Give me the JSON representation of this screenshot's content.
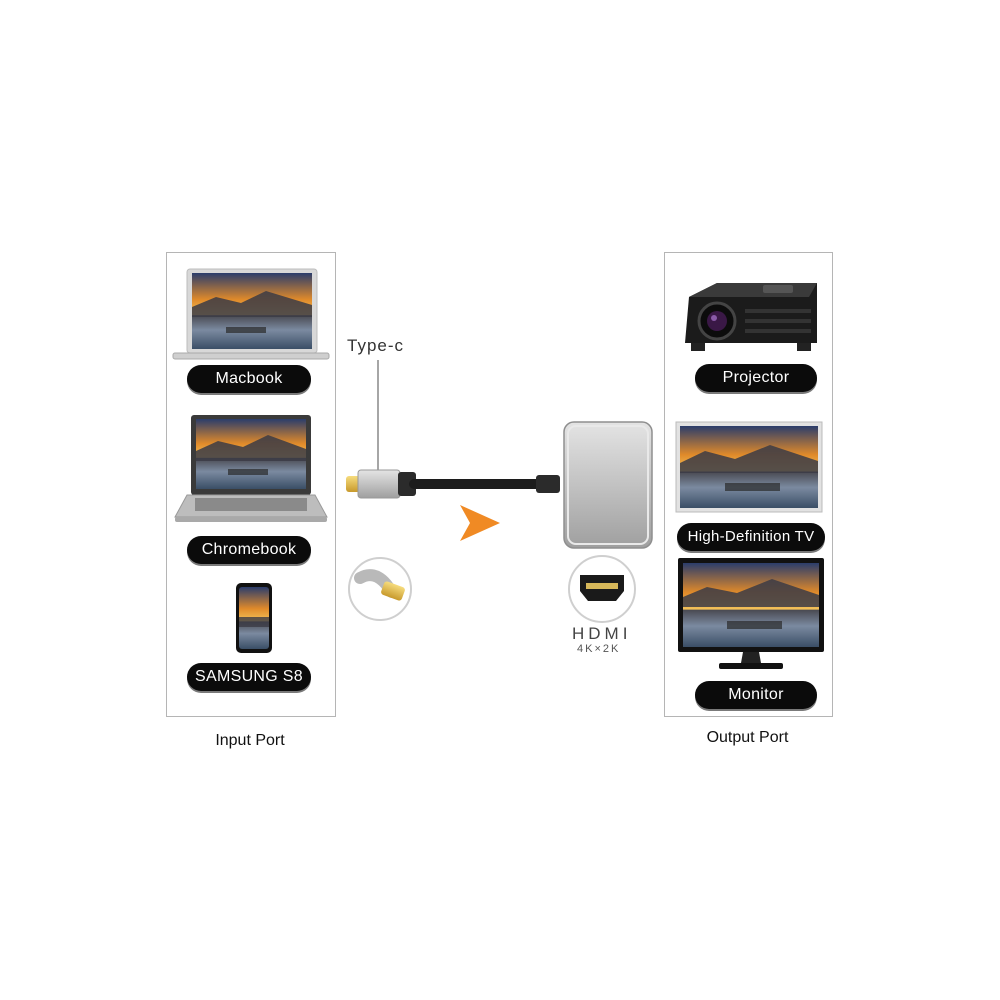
{
  "input": {
    "caption": "Input Port",
    "devices": [
      {
        "label": "Macbook"
      },
      {
        "label": "Chromebook"
      },
      {
        "label": "SAMSUNG S8"
      }
    ]
  },
  "output": {
    "caption": "Output Port",
    "devices": [
      {
        "label": "Projector"
      },
      {
        "label": "High-Definition TV"
      },
      {
        "label": "Monitor"
      }
    ]
  },
  "connector": {
    "type_c_label": "Type-c",
    "hdmi_label": "HDMI",
    "hdmi_resolution": "4K×2K"
  },
  "colors": {
    "pill_bg": "#0b0b0b",
    "arrow": "#f08a24",
    "adapter_silver": "#c9c9c9",
    "plug_gold": "#e0b84a"
  },
  "icons": [
    "laptop-icon",
    "phone-icon",
    "projector-icon",
    "tv-icon",
    "monitor-icon",
    "hdmi-port-icon",
    "usb-c-plug-icon",
    "arrow-right-icon"
  ]
}
